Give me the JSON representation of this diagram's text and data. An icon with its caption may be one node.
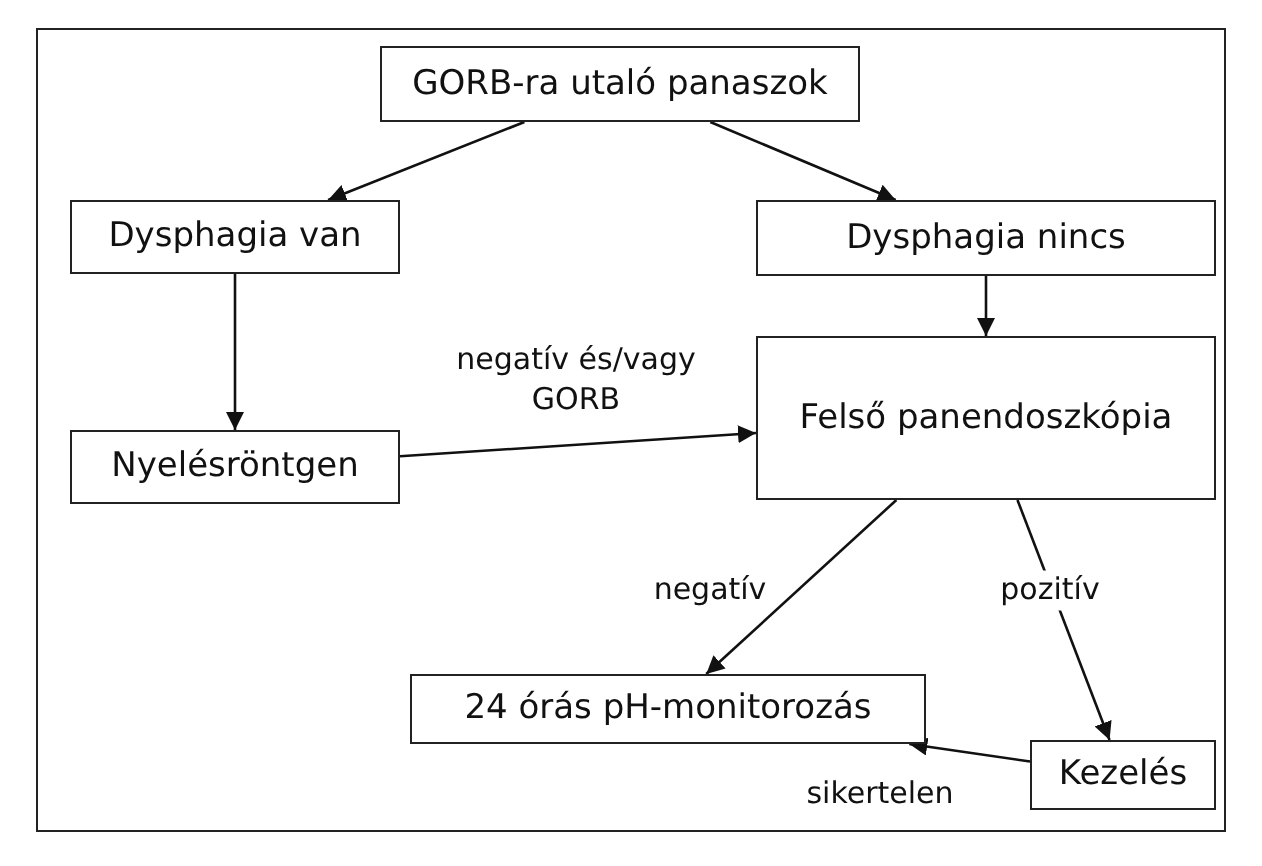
{
  "diagram": {
    "nodes": [
      {
        "text": [
          "GORB-ra utaló panaszok"
        ]
      },
      {
        "text": [
          "Dysphagia van"
        ]
      },
      {
        "text": [
          "Dysphagia nincs"
        ]
      },
      {
        "text": [
          "Nyelésröntgen"
        ]
      },
      {
        "text": [
          "Felső panendoszkópia"
        ]
      },
      {
        "text": [
          "24 órás pH-monitorozás"
        ]
      },
      {
        "text": [
          "Kezelés"
        ]
      }
    ],
    "edges": [
      {
        "from": 0,
        "to": 1,
        "arrow": "to"
      },
      {
        "from": 0,
        "to": 2,
        "arrow": "to"
      },
      {
        "from": 1,
        "to": 3,
        "arrow": "to"
      },
      {
        "from": 2,
        "to": 4,
        "arrow": "to"
      },
      {
        "from": 3,
        "to": 4,
        "arrow": "to",
        "label": "negatív és/vagy GORB"
      },
      {
        "from": 4,
        "to": 5,
        "arrow": "to",
        "label": "negatív"
      },
      {
        "from": 4,
        "to": 6,
        "arrow": "to",
        "label": "pozitív"
      },
      {
        "from": 6,
        "to": 5,
        "arrow": "to",
        "label": "sikertelen"
      }
    ]
  }
}
